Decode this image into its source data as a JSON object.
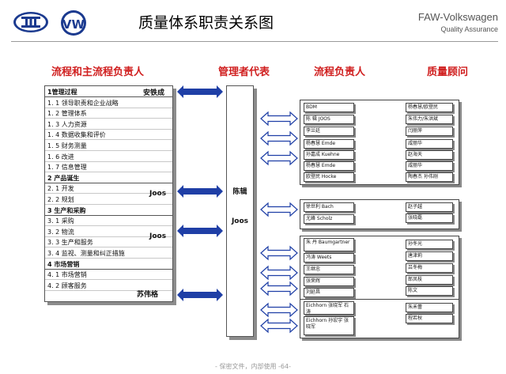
{
  "header": {
    "title": "质量体系职责关系图",
    "brand_line1": "FAW-Volkswagen",
    "brand_line2": "Quality Assurance"
  },
  "columns": {
    "col1": "流程和主流程负责人",
    "col2": "管理者代表",
    "col3": "流程负责人",
    "col4": "质量顾问"
  },
  "processes": {
    "rows": [
      {
        "text": "1管理过程",
        "section": true
      },
      {
        "text": "1. 1 领导职责和企业战略",
        "section": false
      },
      {
        "text": "1. 2 管理体系",
        "section": false
      },
      {
        "text": "1. 3 人力资源",
        "section": false
      },
      {
        "text": "1. 4 数据收集和评价",
        "section": false
      },
      {
        "text": "1. 5 财务测量",
        "section": false
      },
      {
        "text": "1. 6 改进",
        "section": false
      },
      {
        "text": "1. 7 信息管理",
        "section": false
      },
      {
        "text": "2 产品诞生",
        "section": true
      },
      {
        "text": "2. 1 开发",
        "section": false
      },
      {
        "text": "2. 2 规划",
        "section": false
      },
      {
        "text": "3 生产和采购",
        "section": true
      },
      {
        "text": "3. 1 采购",
        "section": false
      },
      {
        "text": "3. 2 物流",
        "section": false
      },
      {
        "text": "3. 3 生产和服务",
        "section": false
      },
      {
        "text": "3. 4 监视、测量和纠正措施",
        "section": false
      },
      {
        "text": "4 市场营销",
        "section": true
      },
      {
        "text": "4. 1 市场营销",
        "section": false
      },
      {
        "text": "4. 2 顾客服务",
        "section": false
      }
    ],
    "owners": [
      "安铁成",
      "Joos",
      "Joos",
      "苏伟格"
    ]
  },
  "management_rep": {
    "name_cn": "陈辑",
    "name_en": "Joos"
  },
  "groups": [
    {
      "owners": [
        "BDM",
        "陈  辑  JOOS",
        "李兰廷",
        "杨春慧 Emde",
        "孙嘉成 Kuehne",
        "杨春慧 Emde",
        "欧登民 Hocke"
      ],
      "advisors": [
        "杨春慧/欧登民",
        "朱伟力/朱洪斌",
        "闫丽萍",
        "咸丽华",
        "赵海天",
        "咸丽华",
        "陶春杰 孙伟刚"
      ]
    },
    {
      "owners": [
        "徐世利 Bach",
        "尤峰 Scholz"
      ],
      "advisors": [
        "赵子越",
        "张晓磊"
      ]
    },
    {
      "owners": [
        "朱  丹 Baumgartner",
        "冯涛 Weets",
        "王继忠",
        "张荣辉",
        "刘延昌"
      ],
      "advisors": [
        "孙冬光",
        "唐津莉",
        "吕冬梅",
        "郎凤枝",
        "陈文"
      ]
    },
    {
      "owners": [
        "Eichhorn 张晓军 石涛",
        "Eichhorn 孙宏宇 张晓军"
      ],
      "advisors": [
        "朱禾蕾",
        "程若秋"
      ]
    }
  ],
  "footer": "- 保密文件，内部使用  -64-",
  "colors": {
    "header_red": "#d01f1f",
    "arrow_blue": "#1f3fa6",
    "logo_blue": "#1b3a8f"
  }
}
